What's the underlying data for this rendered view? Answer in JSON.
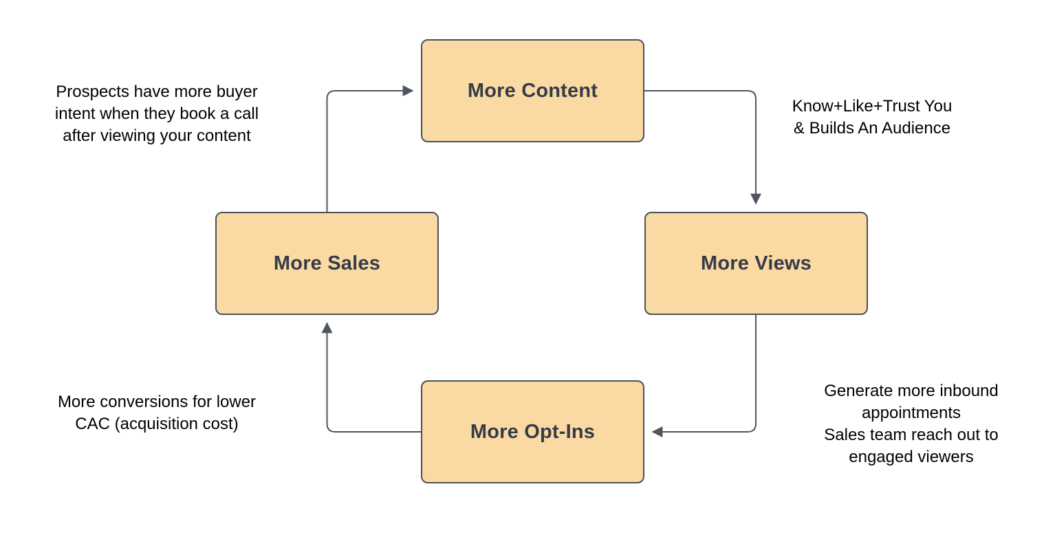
{
  "diagram": {
    "nodes": [
      {
        "id": "more-content",
        "label": "More Content"
      },
      {
        "id": "more-views",
        "label": "More Views"
      },
      {
        "id": "more-opt-ins",
        "label": "More Opt-Ins"
      },
      {
        "id": "more-sales",
        "label": "More Sales"
      }
    ],
    "annotations": [
      {
        "id": "top-left",
        "text": "Prospects have more buyer\nintent when they book a call\nafter viewing your content"
      },
      {
        "id": "top-right",
        "text": "Know+Like+Trust You\n& Builds An Audience"
      },
      {
        "id": "bottom-left",
        "text": "More conversions for lower\nCAC (acquisition cost)"
      },
      {
        "id": "bottom-right",
        "text": "Generate more inbound\nappointments\nSales team reach out to\nengaged viewers"
      }
    ],
    "flow": [
      "More Content -> More Views",
      "More Views -> More Opt-Ins",
      "More Opt-Ins -> More Sales",
      "More Sales -> More Content"
    ],
    "colors": {
      "node_fill": "#FBD9A2",
      "node_border": "#4A5059",
      "node_text": "#343C49",
      "connector": "#4E555E",
      "annotation_text": "#000000",
      "background": "#FFFFFF"
    }
  }
}
